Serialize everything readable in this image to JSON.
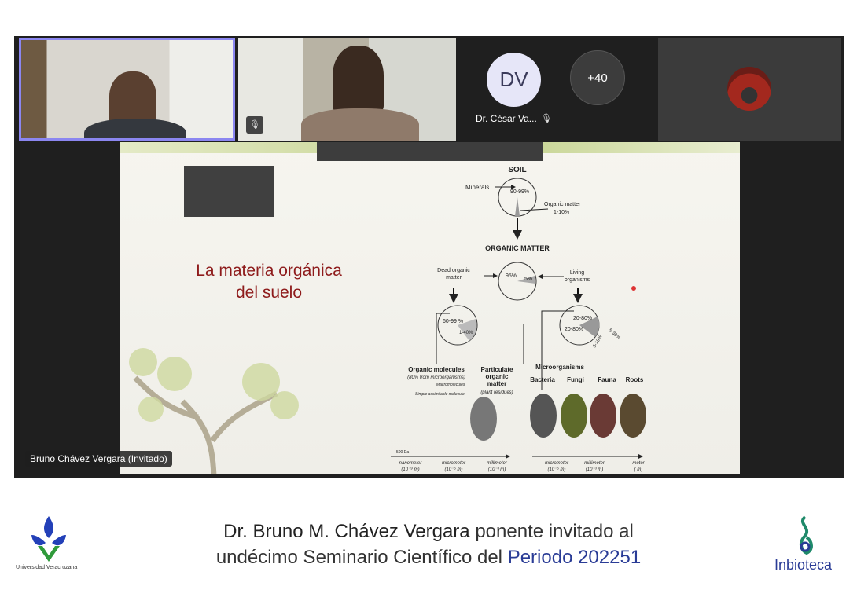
{
  "meeting": {
    "participants": [
      {
        "name": "",
        "muted": false
      },
      {
        "name": "",
        "muted": true
      },
      {
        "initials": "DV",
        "name": "Dr. César Va...",
        "muted": true
      },
      {
        "name": ""
      }
    ],
    "overflow_count": "+40",
    "presenter_label": "Bruno Chávez Vergara (Invitado)"
  },
  "slide": {
    "title_line1": "La materia orgánica",
    "title_line2": "del suelo",
    "diagram": {
      "soil": "SOIL",
      "minerals": "Minerals",
      "minerals_pct": "90-99%",
      "om_label": "Organic matter",
      "om_pct": "1-10%",
      "organic_matter": "ORGANIC MATTER",
      "dead_om_1": "Dead organic",
      "dead_om_2": "matter",
      "dead_pct": "95%",
      "living_pct": "5%",
      "living_1": "Living",
      "living_2": "organisms",
      "pct_60_99": "60-99 %",
      "pct_1_40": "1-40%",
      "pct_20_80a": "20-80%",
      "pct_20_80b": "20-80%",
      "pct_5_10": "5-10%",
      "pct_5_30": "5-30%",
      "org_molecules": "Organic molecules",
      "org_molecules_note": "(80% from microorganisms)",
      "particulate_1": "Particulate",
      "particulate_2": "organic",
      "particulate_3": "matter",
      "particulate_note": "(plant residues)",
      "microorganisms": "Microorganisms",
      "bacteria": "Bacteria",
      "fungi": "Fungi",
      "fauna": "Fauna",
      "roots": "Roots",
      "simple_molecule": "Simple assimilable molecule",
      "macromolecules": "Macromolecules",
      "da": "500 Da",
      "nanometer": "nanometer",
      "nanometer_exp": "(10⁻⁹ m)",
      "micrometer": "micrometer",
      "micrometer_exp": "(10⁻⁶ m)",
      "millimeter": "millimeter",
      "millimeter_exp": "(10⁻³ m)",
      "meter": "meter",
      "meter_exp": "( m)"
    }
  },
  "footer": {
    "line1_name": "Dr. Bruno M. Chávez Vergara",
    "line1_rest": " ponente invitado al",
    "line2_rest": "undécimo Seminario Científico del ",
    "line2_period": "Periodo 202251",
    "uv_label": "Universidad Veracruzana",
    "inbioteca_label": "Inbioteca"
  },
  "colors": {
    "accent": "#8b86f0",
    "title": "#8e1b1b",
    "footer_blue": "#2a3c96"
  }
}
